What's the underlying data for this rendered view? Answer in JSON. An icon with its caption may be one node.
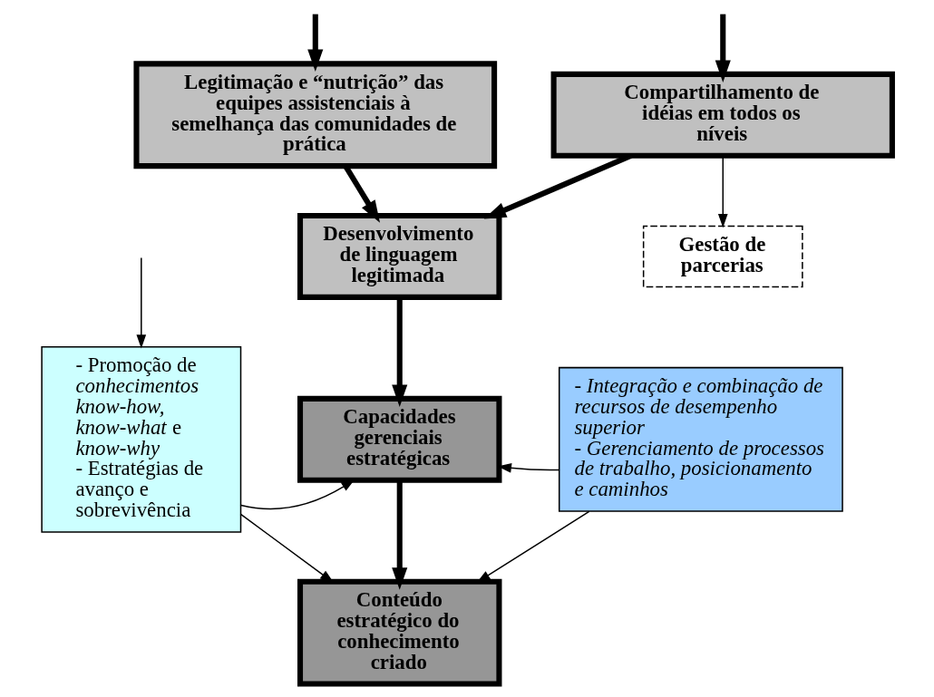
{
  "diagram": {
    "nodes": [
      {
        "text": [
          "Legitimação e “nutrição” das equipes assistenciais à semelhança das comunidades de prática"
        ]
      },
      {
        "text": [
          "Compartilhamento de idéias em todos os níveis"
        ]
      },
      {
        "text": [
          "Gestão de parcerias"
        ]
      },
      {
        "text": [
          "Desenvolvimento de linguagem legitimada"
        ]
      },
      {
        "text": [
          "- Promoção de *conhecimentos know-how, know-what* e *know-why*",
          "- Estratégias de avanço e sobrevivência"
        ]
      },
      {
        "text": [
          "Capacidades gerenciais estratégicas"
        ]
      },
      {
        "text": [
          "- Integração e combinação de recursos de desempenho superior",
          "- Gerenciamento de processos de trabalho, posicionamento e caminhos"
        ]
      },
      {
        "text": [
          "Conteúdo estratégico do conhecimento criado"
        ]
      }
    ],
    "edges": [
      {
        "from": null,
        "to": 0,
        "arrow": "to",
        "style": "thick"
      },
      {
        "from": null,
        "to": 1,
        "arrow": "to",
        "style": "thick"
      },
      {
        "from": null,
        "to": 4,
        "arrow": "to"
      },
      {
        "from": 1,
        "to": 2,
        "arrow": "to"
      },
      {
        "from": 0,
        "to": 3,
        "arrow": "to",
        "style": "thick"
      },
      {
        "from": 1,
        "to": 3,
        "arrow": "to",
        "style": "thick"
      },
      {
        "from": 3,
        "to": 5,
        "arrow": "to",
        "style": "thick"
      },
      {
        "from": 4,
        "to": 5,
        "arrow": "to"
      },
      {
        "from": 6,
        "to": 5,
        "arrow": "to"
      },
      {
        "from": 5,
        "to": 7,
        "arrow": "to",
        "style": "thick"
      },
      {
        "from": 4,
        "to": 7,
        "arrow": "to"
      },
      {
        "from": 6,
        "to": 7,
        "arrow": "to"
      }
    ]
  }
}
